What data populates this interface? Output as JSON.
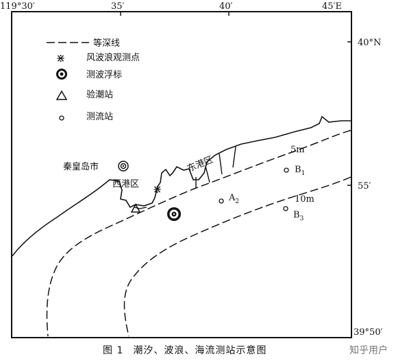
{
  "coords": {
    "top_left": "119°30′",
    "top_35": "35′",
    "top_40": "40′",
    "top_right": "45′E",
    "right_40n": "40°N",
    "right_55": "55′",
    "right_bottom": "39°50′"
  },
  "legend": {
    "isobath": "等深线",
    "wave_station": "风波浪观测点",
    "wave_buoy": "测波浮标",
    "tide_station": "验潮站",
    "current_station": "测流站"
  },
  "places": {
    "city": "秦皇岛市",
    "west_port": "西港区",
    "east_port": "东港区",
    "depth_5m": "5m",
    "depth_10m": "10m",
    "A2_main": "A",
    "A2_sub": "2",
    "B1_main": "B",
    "B1_sub": "1",
    "B3_main": "B",
    "B3_sub": "3"
  },
  "caption": {
    "number": "图 1",
    "text": "潮汐、波浪、海流测站示意图"
  },
  "watermark": "知乎用户"
}
